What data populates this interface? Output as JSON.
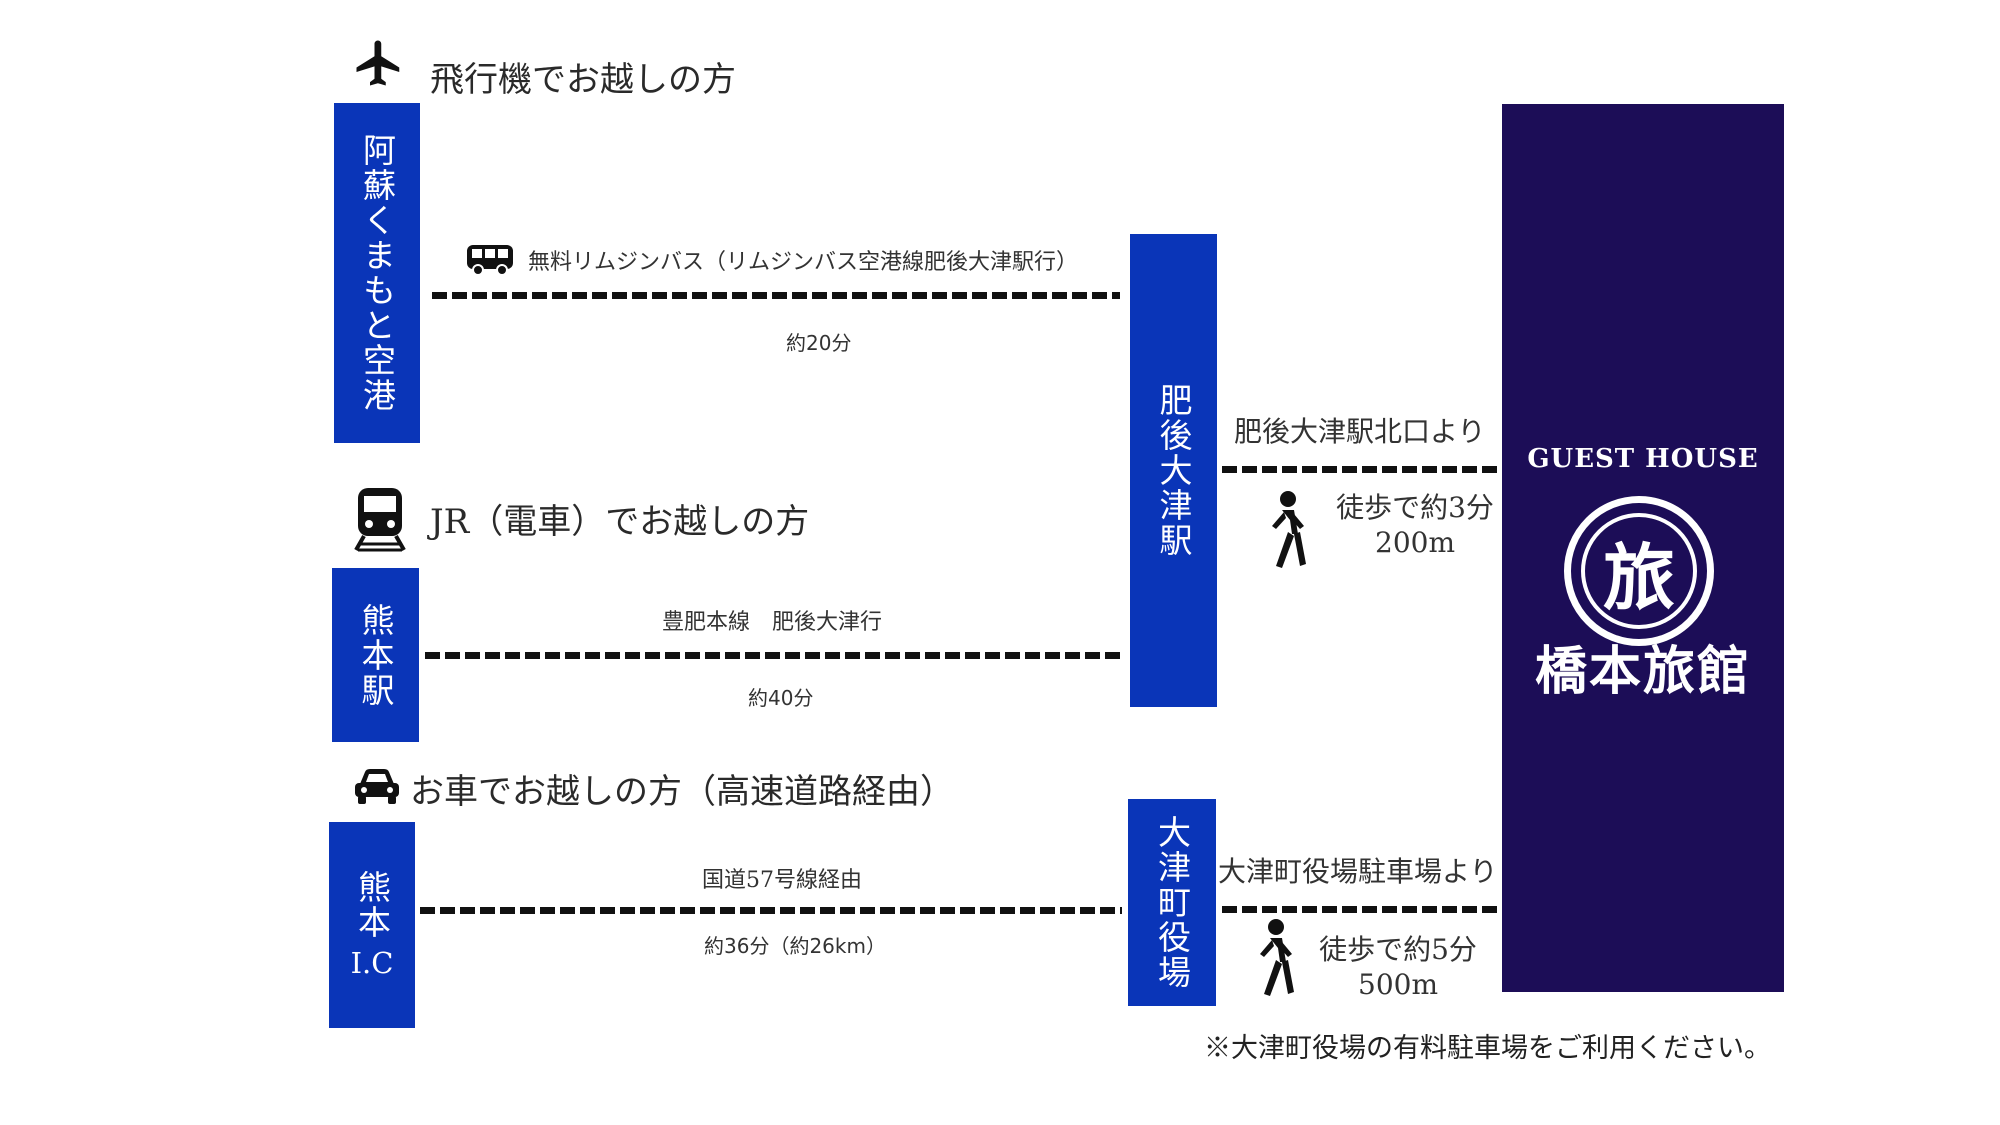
{
  "sections": {
    "air": {
      "heading": "飛行機でお越しの方",
      "icon": "airplane-icon"
    },
    "rail": {
      "heading": "JR（電車）でお越しの方",
      "icon": "train-icon"
    },
    "car": {
      "heading": "お車でお越しの方（高速道路経由）",
      "icon": "car-icon"
    }
  },
  "origins": {
    "airport": "阿蘇くまもと空港",
    "kumamoto_station": "熊本駅",
    "kumamoto_ic_line1": "熊本",
    "kumamoto_ic_line2": "I.C"
  },
  "hubs": {
    "higo_ozu_station": "肥後大津駅",
    "ozu_town_office": "大津町役場"
  },
  "routes": {
    "air": {
      "label": "無料リムジンバス（リムジンバス空港線肥後大津駅行）",
      "time": "約20分",
      "icon": "bus-icon"
    },
    "rail": {
      "label": "豊肥本線　肥後大津行",
      "time": "約40分"
    },
    "car": {
      "label": "国道57号線経由",
      "time": "約36分（約26km）"
    }
  },
  "walks": {
    "station": {
      "from": "肥後大津駅北口より",
      "time": "徒歩で約3分",
      "distance": "200m",
      "icon": "walking-person-icon"
    },
    "office": {
      "from": "大津町役場駐車場より",
      "time": "徒歩で約5分",
      "distance": "500m",
      "icon": "walking-person-icon"
    }
  },
  "destination": {
    "guest_house": "GUEST HOUSE",
    "logo_char": "旅",
    "name": "橋本旅館"
  },
  "note": "※大津町役場の有料駐車場をご利用ください。",
  "colors": {
    "box_blue": "#0a35b8",
    "panel_navy": "#1c0d57",
    "dash": "#111111"
  }
}
